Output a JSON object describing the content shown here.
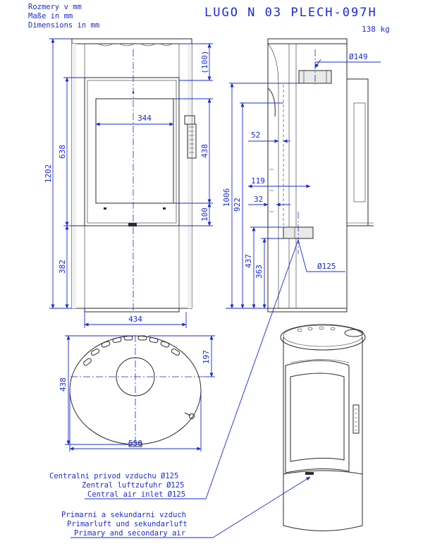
{
  "header": {
    "units_cz": "Rozmery v mm",
    "units_de": "Maße in mm",
    "units_en": "Dimensions in mm",
    "title": "LUGO N 03 PLECH-097H",
    "weight": "138 kg"
  },
  "front_view": {
    "height_total": "1202",
    "height_door_top": "638",
    "height_base": "382",
    "width_total": "434",
    "glass_width": "344",
    "top_offset": "(100)",
    "glass_height": "438",
    "bottom_offset": "100"
  },
  "side_view": {
    "flue_diameter": "Ø149",
    "depth_52": "52",
    "height_1006": "1006",
    "height_922": "922",
    "offset_119": "119",
    "offset_32": "32",
    "height_437": "437",
    "height_363": "363",
    "inlet_diameter": "Ø125"
  },
  "top_view": {
    "depth": "438",
    "width": "550",
    "offset_197": "197"
  },
  "labels": {
    "central_air_cz": "Centralni privod vzduchu Ø125",
    "central_air_de": "Zentral luftzufuhr Ø125",
    "central_air_en": "Central air inlet Ø125",
    "primary_air_cz": "Primarni a sekundarni vzduch",
    "primary_air_de": "Primarluft und sekundarluft",
    "primary_air_en": "Primary and secondary air"
  },
  "colors": {
    "dimension": "#1a2bd0",
    "outline": "#2a2a2a"
  }
}
